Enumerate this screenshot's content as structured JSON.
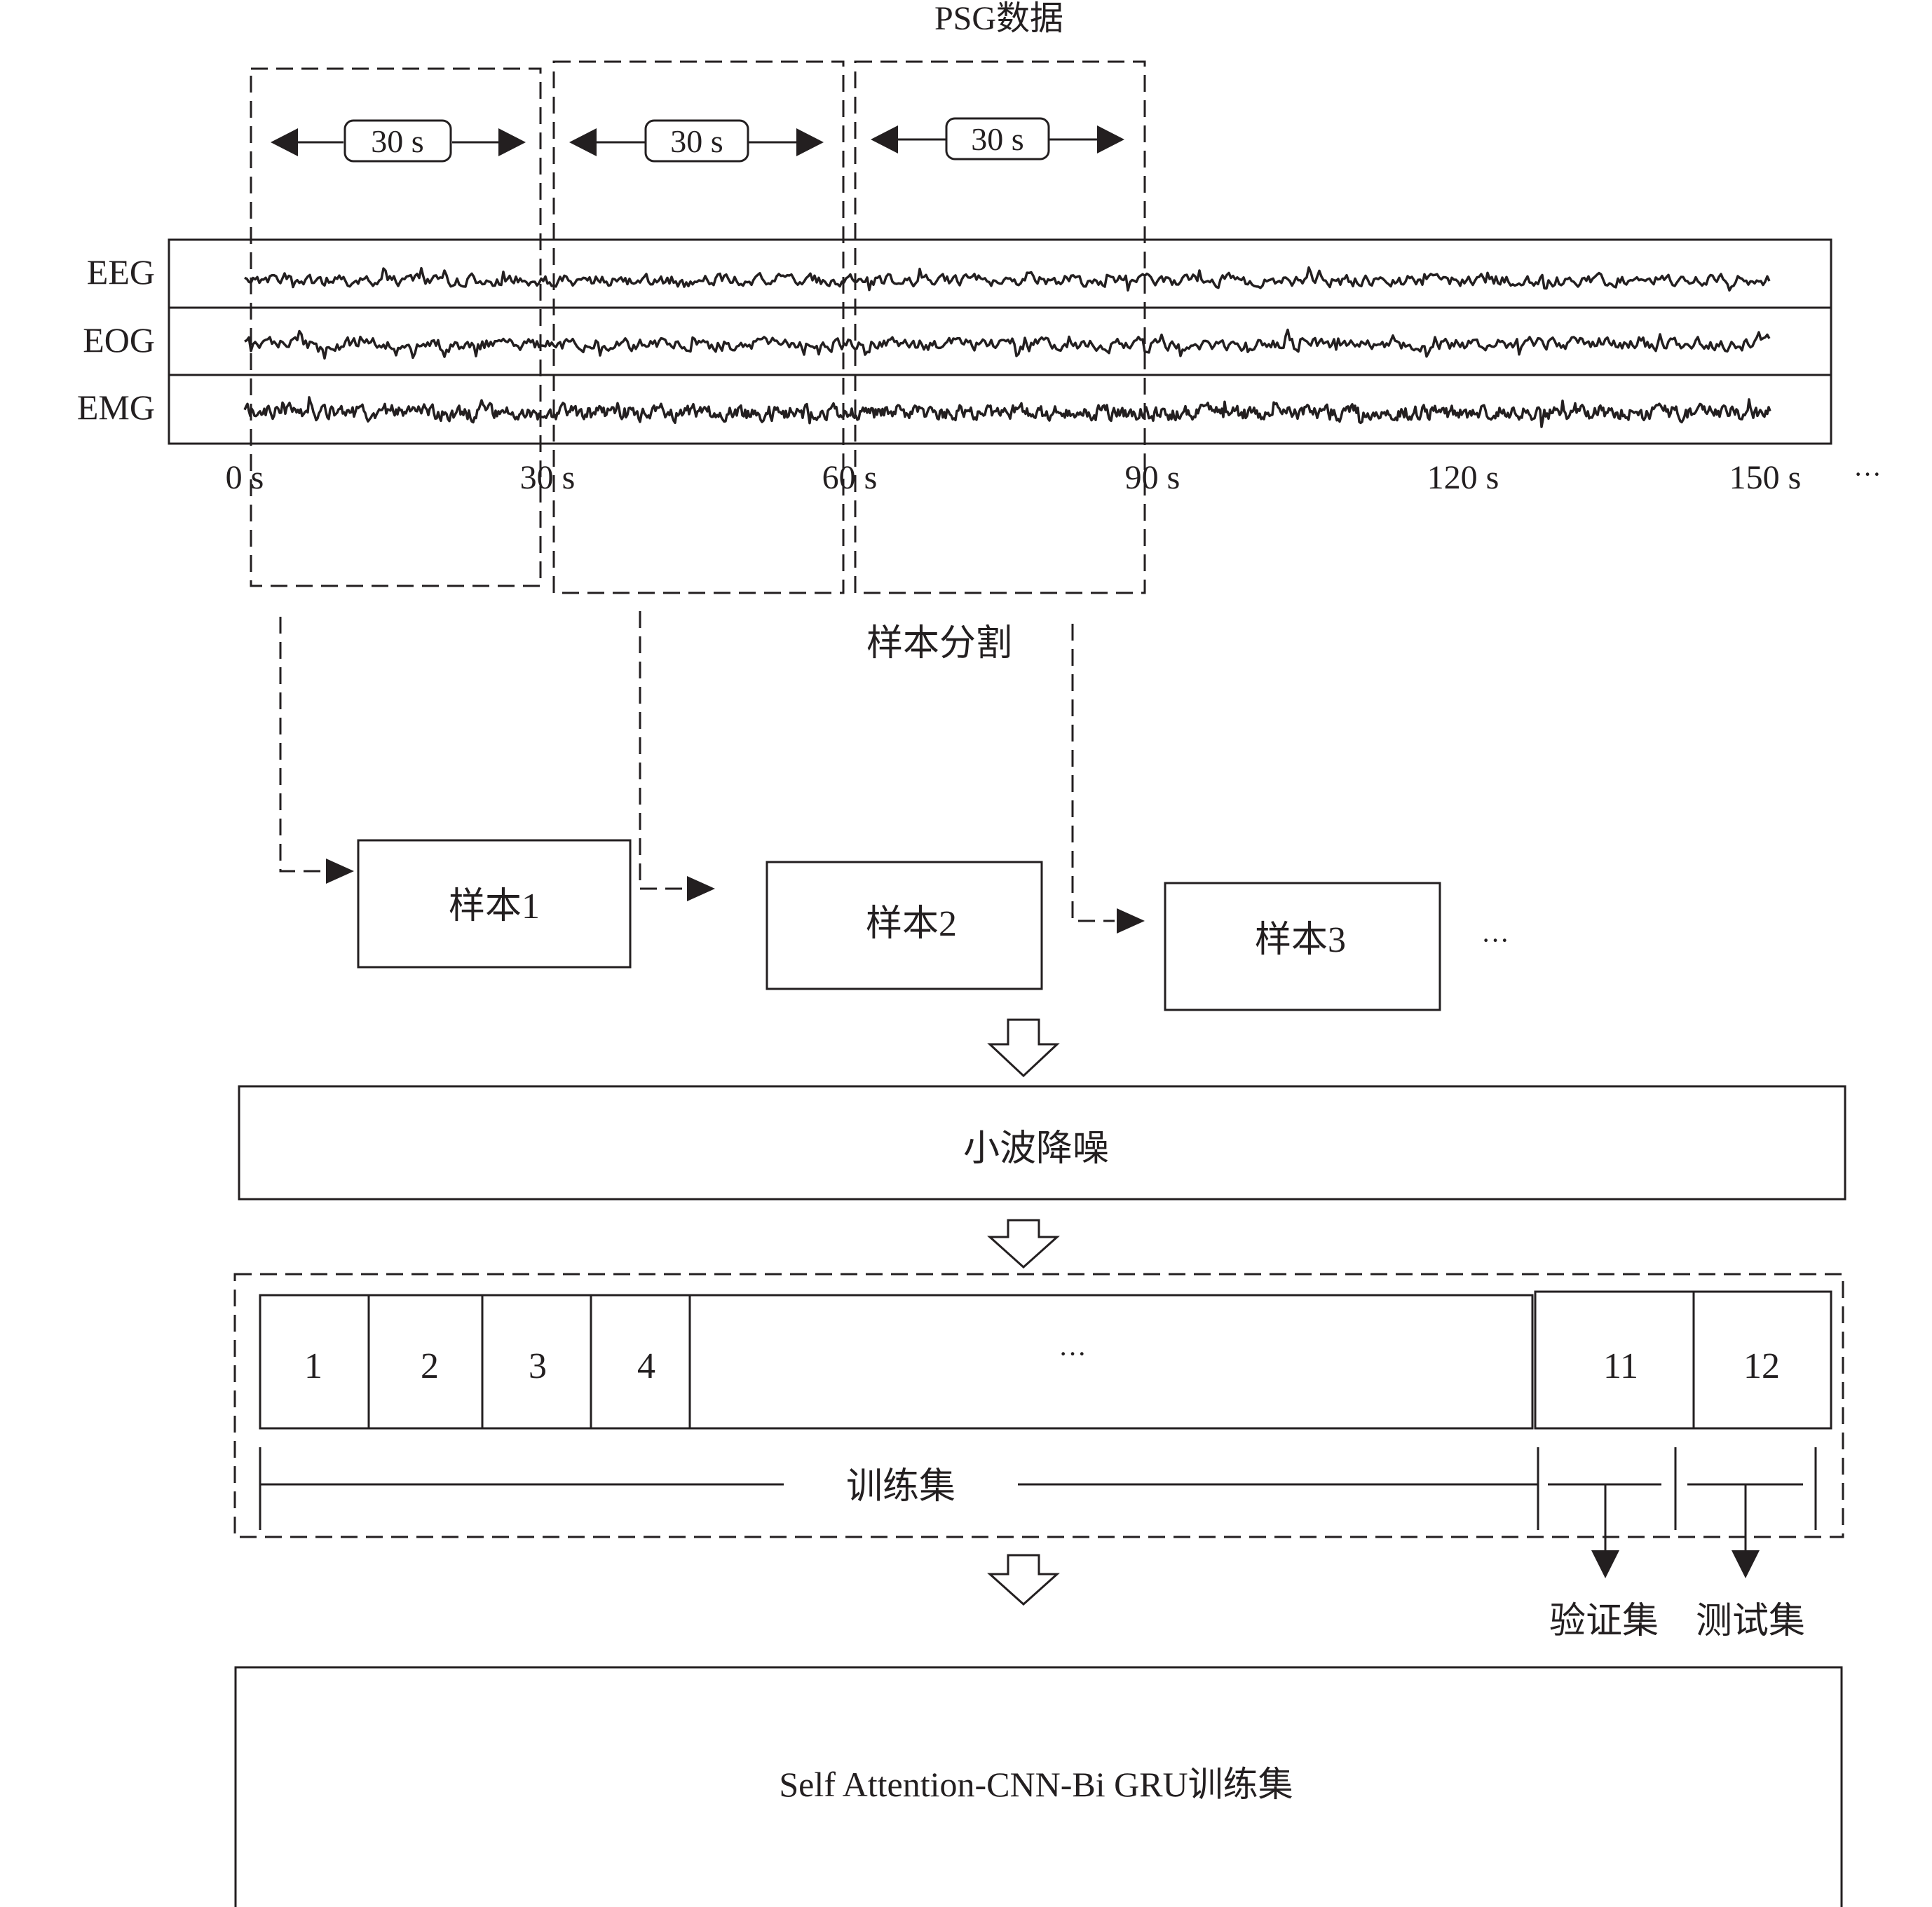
{
  "top": {
    "title": "PSG数据",
    "window_label": "30 s",
    "channels": [
      "EEG",
      "EOG",
      "EMG"
    ],
    "time_ticks": [
      "0 s",
      "30 s",
      "60 s",
      "90 s",
      "120 s",
      "150 s"
    ],
    "ellipsis": "···"
  },
  "segmentation": {
    "label": "样本分割",
    "samples": [
      "样本1",
      "样本2",
      "样本3"
    ],
    "ellipsis": "···"
  },
  "denoise": {
    "label": "小波降噪"
  },
  "folds": {
    "cells": [
      "1",
      "2",
      "3",
      "4",
      "···",
      "11",
      "12"
    ],
    "train_label": "训练集",
    "val_label": "验证集",
    "test_label": "测试集"
  },
  "model": {
    "label": "Self Attention-CNN-Bi GRU训练集"
  },
  "colors": {
    "ink": "#231f20",
    "background": "#ffffff"
  }
}
